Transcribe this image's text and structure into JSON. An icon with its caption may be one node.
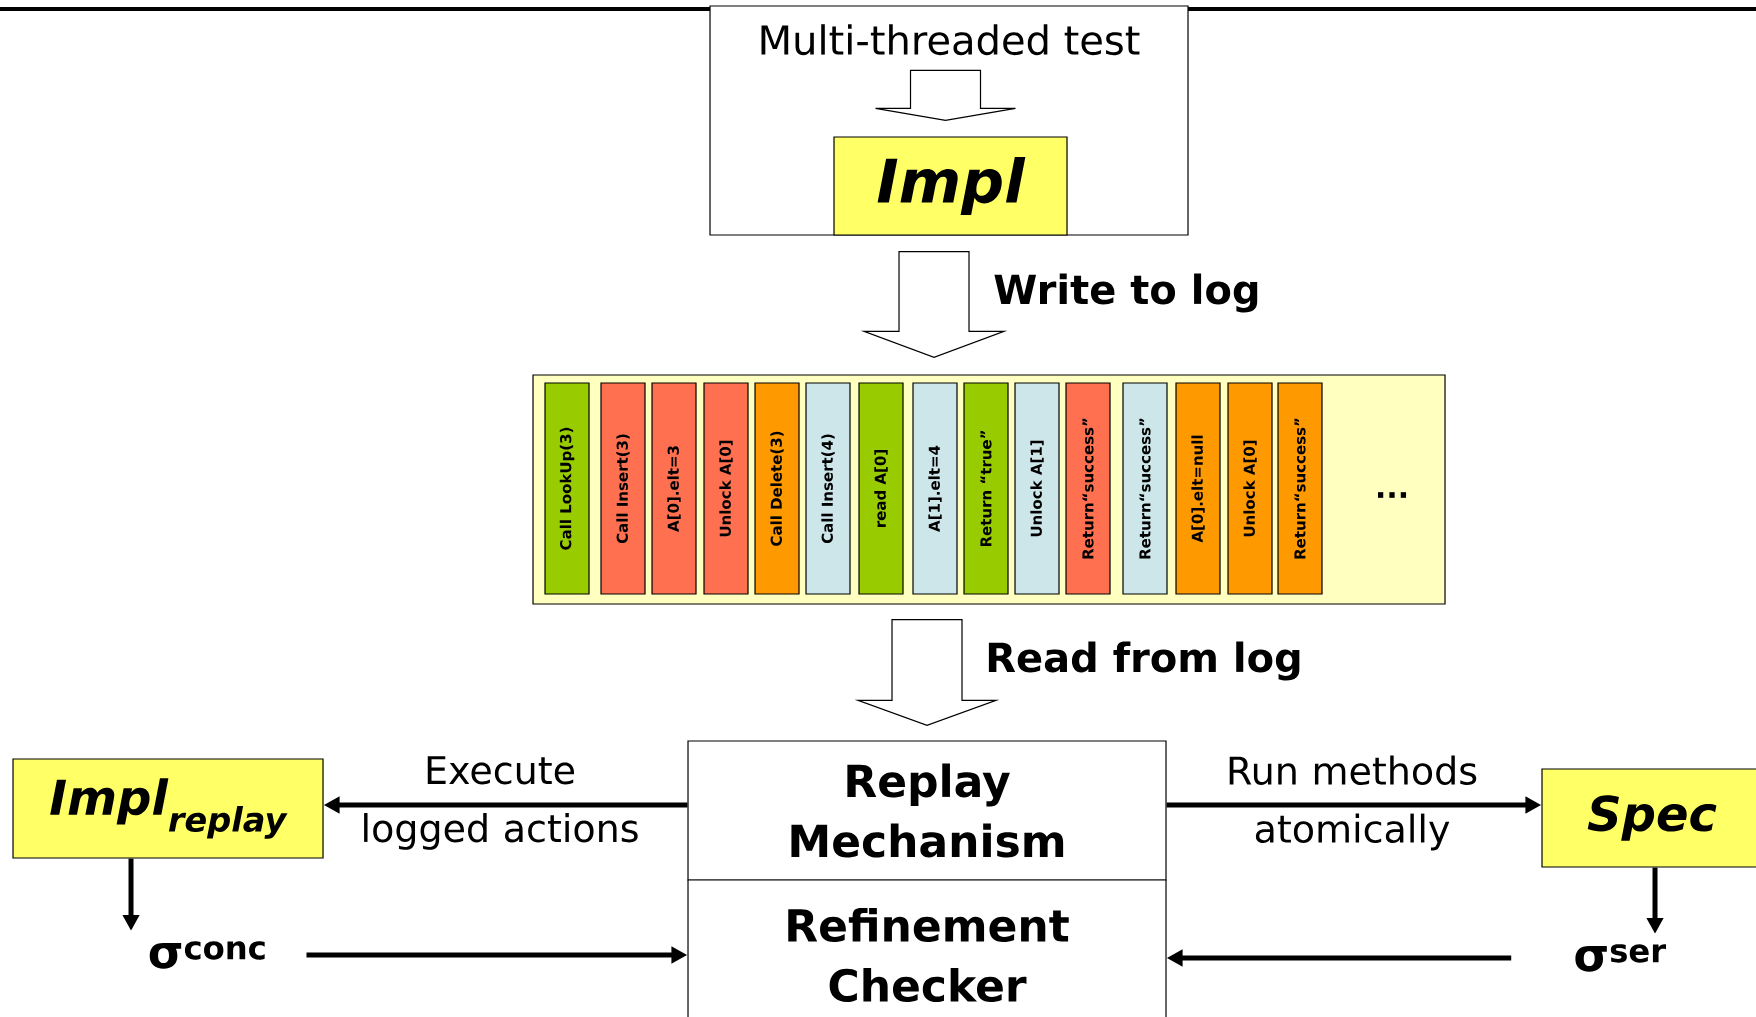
{
  "diagram": {
    "nodes": [
      {
        "text": [
          "Multi-threaded test"
        ]
      },
      {
        "text": [
          "Impl"
        ],
        "in": 0
      },
      {
        "text": [],
        "shape": "box"
      },
      {
        "text": [
          "Call LookUp(3)"
        ],
        "in": 2
      },
      {
        "text": [
          "Call Insert(3)"
        ],
        "in": 2
      },
      {
        "text": [
          "A[0].elt=3"
        ],
        "in": 2
      },
      {
        "text": [
          "Unlock A[0]"
        ],
        "in": 2
      },
      {
        "text": [
          "Call Delete(3)"
        ],
        "in": 2
      },
      {
        "text": [
          "Call Insert(4)"
        ],
        "in": 2
      },
      {
        "text": [
          "read A[0]"
        ],
        "in": 2
      },
      {
        "text": [
          "A[1].elt=4"
        ],
        "in": 2
      },
      {
        "text": [
          "Return “true”"
        ],
        "in": 2
      },
      {
        "text": [
          "Unlock A[1]"
        ],
        "in": 2
      },
      {
        "text": [
          "Return“success”"
        ],
        "in": 2
      },
      {
        "text": [
          "Return“success”"
        ],
        "in": 2
      },
      {
        "text": [
          "A[0].elt=null"
        ],
        "in": 2
      },
      {
        "text": [
          "Unlock A[0]"
        ],
        "in": 2
      },
      {
        "text": [
          "Return“success”"
        ],
        "in": 2
      },
      {
        "text": [
          "Replay Mechanism"
        ]
      },
      {
        "text": [
          "Refinement Checker"
        ]
      },
      {
        "text": [
          "Impl$_{replay}$"
        ]
      },
      {
        "text": [
          "Spec"
        ]
      },
      {
        "text": [
          "σ$^{conc}$"
        ]
      },
      {
        "text": [
          "σ$^{ser}$"
        ]
      }
    ],
    "edges": [
      {
        "from": 0,
        "to": 1,
        "arrow": "to"
      },
      {
        "from": 0,
        "to": 2,
        "arrow": "to",
        "label": "Write to log"
      },
      {
        "from": 2,
        "to": 18,
        "arrow": "to",
        "label": "Read from log"
      },
      {
        "from": 18,
        "to": 20,
        "arrow": "to",
        "label": "Execute logged actions"
      },
      {
        "from": 18,
        "to": 21,
        "arrow": "to",
        "label": "Run methods atomically"
      },
      {
        "from": 20,
        "to": 22,
        "arrow": "to"
      },
      {
        "from": 21,
        "to": 23,
        "arrow": "to"
      },
      {
        "from": 22,
        "to": 19,
        "arrow": "to"
      },
      {
        "from": 23,
        "to": 19,
        "arrow": "to"
      }
    ],
    "labels": [
      "..."
    ]
  }
}
